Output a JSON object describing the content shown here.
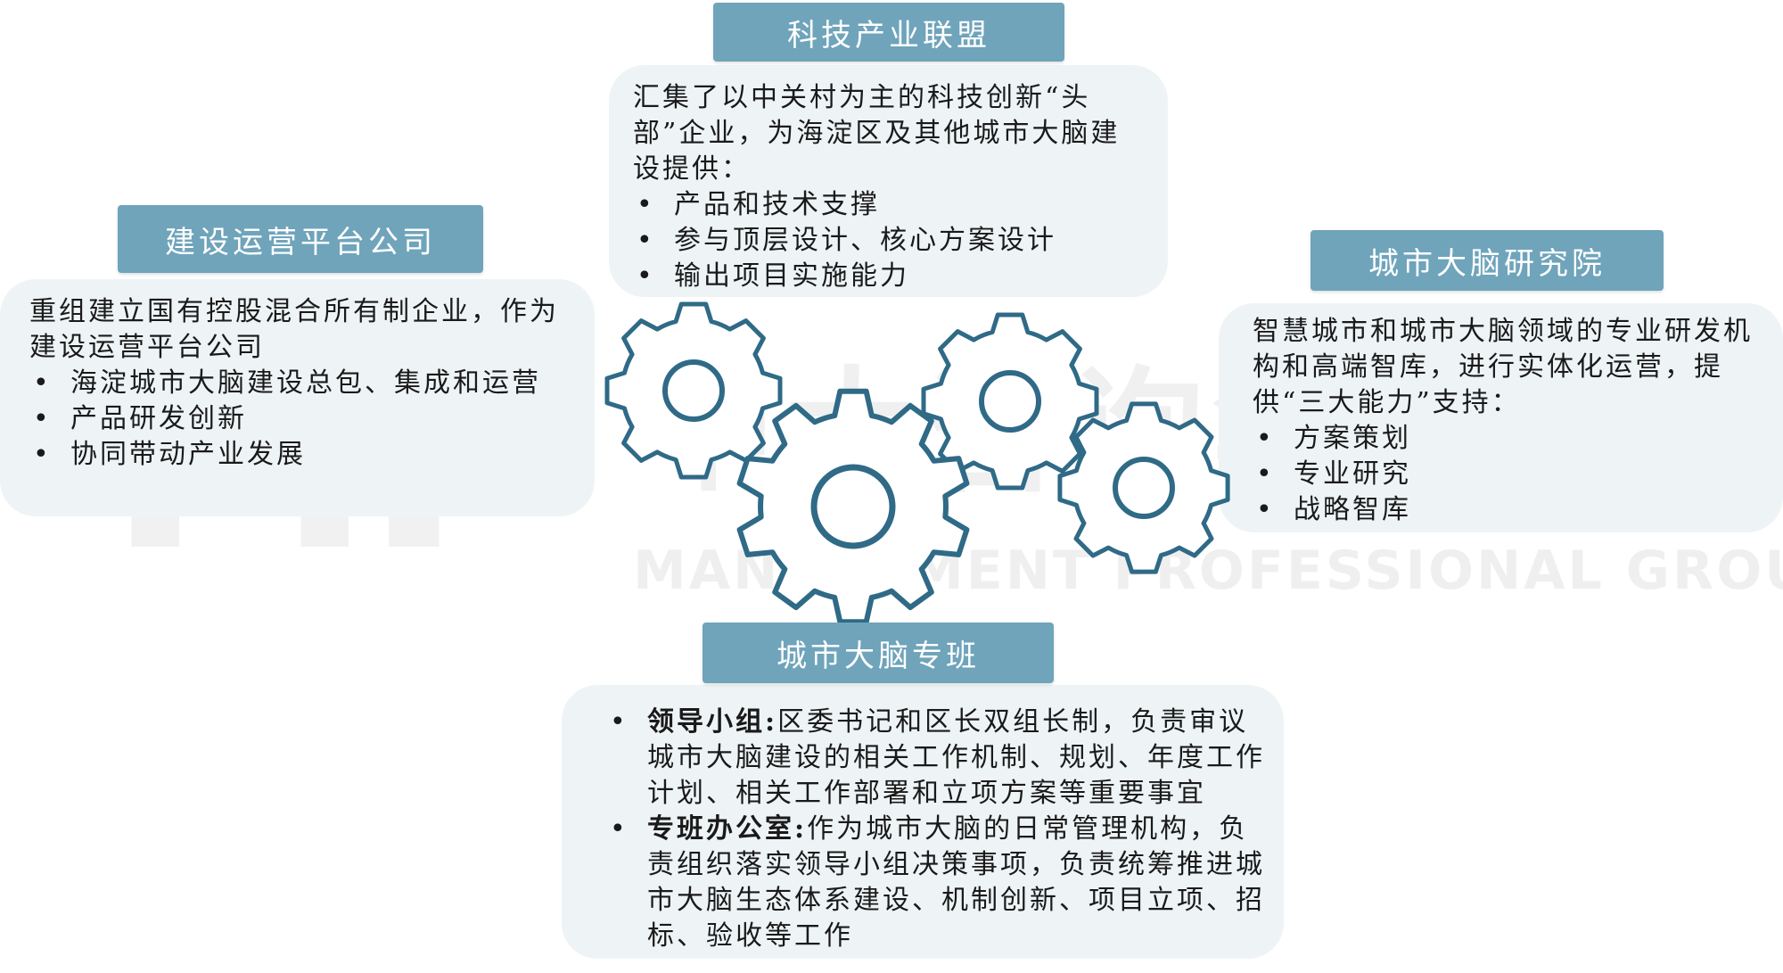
{
  "watermark": {
    "logo": "MP",
    "chinese": "中大咨询集团",
    "english": "MANAGEMENT PROFESSIONAL GROUP"
  },
  "colors": {
    "title_bg": "#6fa4bb",
    "box_bg": "#eef4f6",
    "gear_stroke": "#2f6a87"
  },
  "top_block": {
    "title": "科技产业联盟",
    "intro": "汇集了以中关村为主的科技创新“头部”企业，为海淀区及其他城市大脑建设提供：",
    "items": [
      "产品和技术支撑",
      "参与顶层设计、核心方案设计",
      "输出项目实施能力"
    ]
  },
  "left_block": {
    "title": "建设运营平台公司",
    "intro": "重组建立国有控股混合所有制企业，作为建设运营平台公司",
    "items": [
      "海淀城市大脑建设总包、集成和运营",
      "产品研发创新",
      "协同带动产业发展"
    ]
  },
  "right_block": {
    "title": "城市大脑研究院",
    "intro": "智慧城市和城市大脑领域的专业研发机构和高端智库，进行实体化运营，提供“三大能力”支持：",
    "items": [
      "方案策划",
      "专业研究",
      "战略智库"
    ]
  },
  "bottom_block": {
    "title": "城市大脑专班",
    "items": [
      {
        "label": "领导小组:",
        "text": "区委书记和区长双组长制，负责审议城市大脑建设的相关工作机制、规划、年度工作计划、相关工作部署和立项方案等重要事宜"
      },
      {
        "label": "专班办公室:",
        "text": "作为城市大脑的日常管理机构，负责组织落实领导小组决策事项，负责统筹推进城市大脑生态体系建设、机制创新、项目立项、招标、验收等工作"
      }
    ]
  }
}
